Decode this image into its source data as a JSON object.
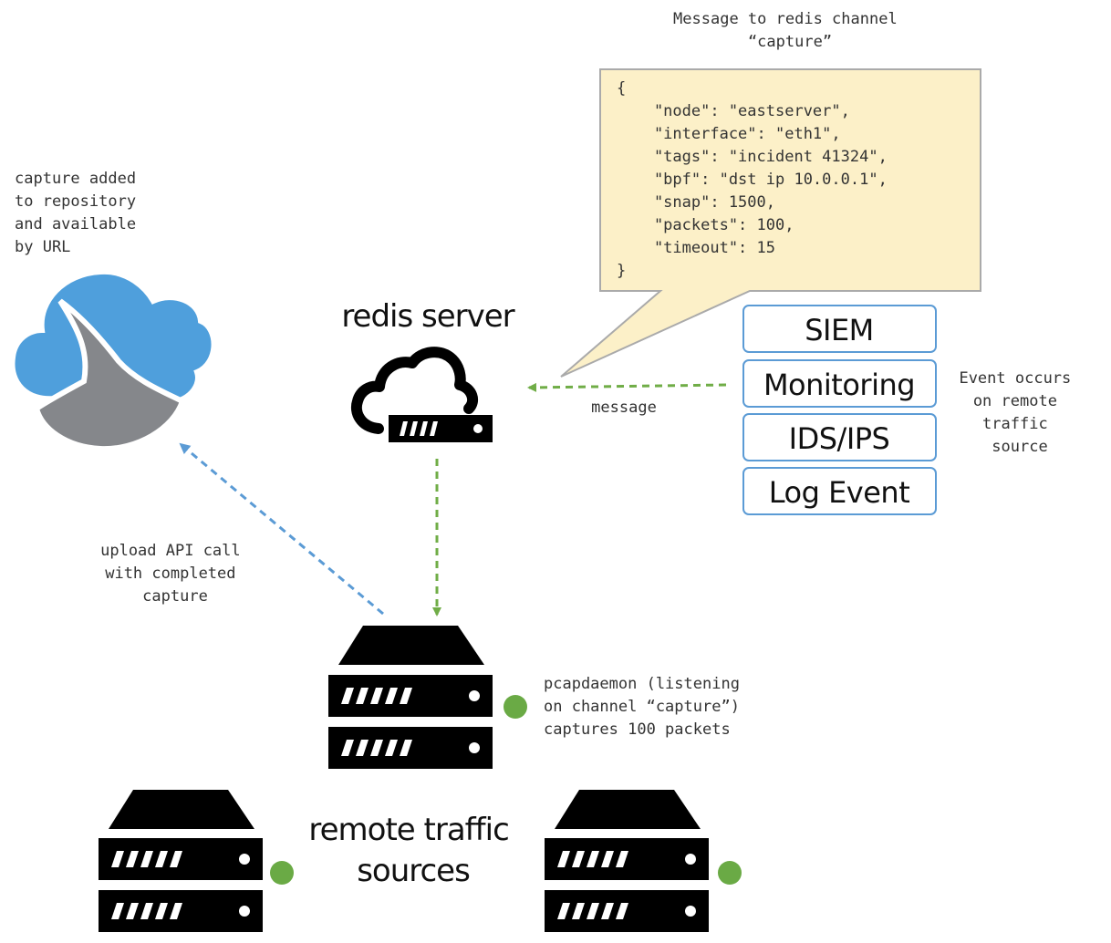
{
  "callout": {
    "title_lines": [
      "Message to redis channel",
      "“capture”"
    ],
    "code_lines": [
      "{",
      "    \"node\": \"eastserver\",",
      "    \"interface\": \"eth1\",",
      "    \"tags\": \"incident 41324\",",
      "    \"bpf\": \"dst ip 10.0.0.1\",",
      "    \"snap\": 1500,",
      "    \"packets\": 100,",
      "    \"timeout\": 15",
      "}"
    ]
  },
  "redis": {
    "label": "redis server"
  },
  "repository": {
    "note_lines": [
      "capture added",
      "to repository",
      "and available",
      "by URL"
    ]
  },
  "event_sources": {
    "items": [
      "SIEM",
      "Monitoring",
      "IDS/IPS",
      "Log Event"
    ],
    "note_lines": [
      "Event occurs",
      "on remote",
      "traffic",
      "source"
    ]
  },
  "arrows": {
    "message_label": "message",
    "upload_lines": [
      "upload API call",
      "with completed",
      "capture"
    ]
  },
  "pcapdaemon": {
    "note_lines": [
      "pcapdaemon (listening",
      "on channel “capture”)",
      "captures 100 packets"
    ]
  },
  "remote_sources": {
    "label_lines": [
      "remote traffic",
      "sources"
    ]
  },
  "colors": {
    "callout_fill": "#fcf0c8",
    "callout_stroke": "#aaaaaa",
    "box_stroke": "#5b9bd5",
    "green_arrow": "#70ad47",
    "blue_arrow": "#5b9bd5",
    "status_dot": "#6aaa45",
    "cloud_blue": "#4f9fdc",
    "shark_gray": "#85878b"
  }
}
